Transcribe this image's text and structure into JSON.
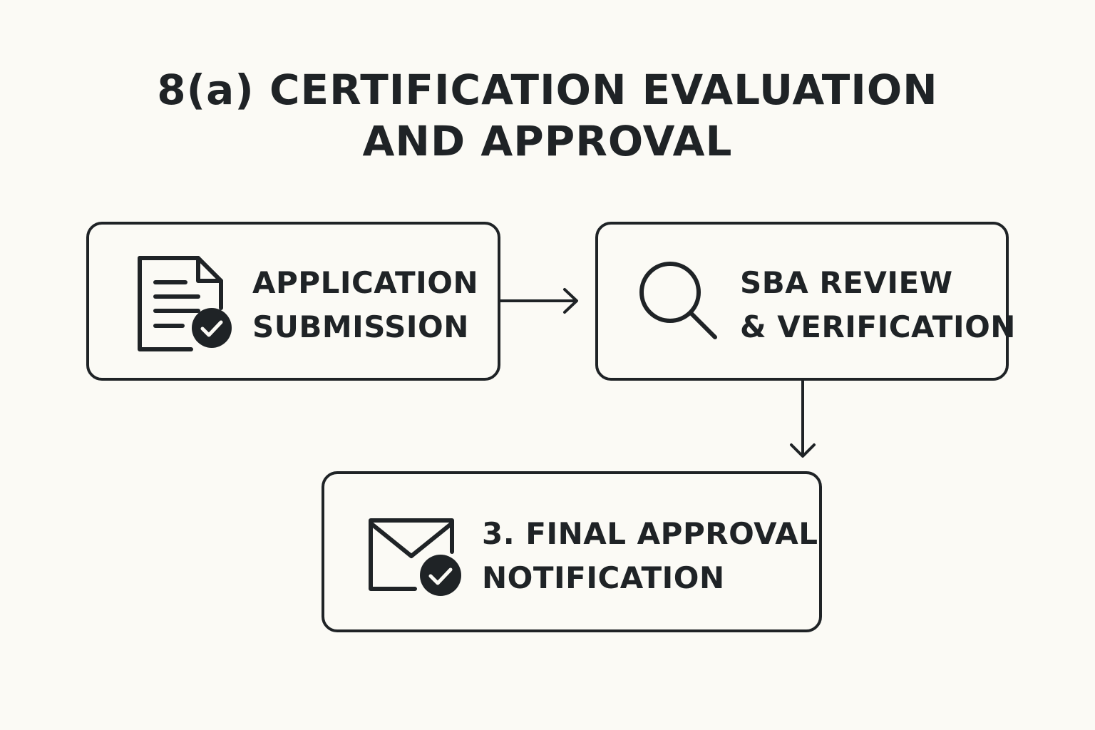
{
  "title": {
    "line1": "8(a) CERTIFICATION EVALUATION",
    "line2": "AND APPROVAL"
  },
  "steps": [
    {
      "line1": "APPLICATION",
      "line2": "SUBMISSION",
      "icon": "document-check-icon"
    },
    {
      "line1": "SBA REVIEW",
      "line2": "& VERIFICATION",
      "icon": "magnifying-glass-icon"
    },
    {
      "line1": "3. FINAL APPROVAL",
      "line2": "NOTIFICATION",
      "icon": "envelope-check-icon"
    }
  ],
  "colors": {
    "background": "#fbfaf5",
    "ink": "#1f2326"
  }
}
